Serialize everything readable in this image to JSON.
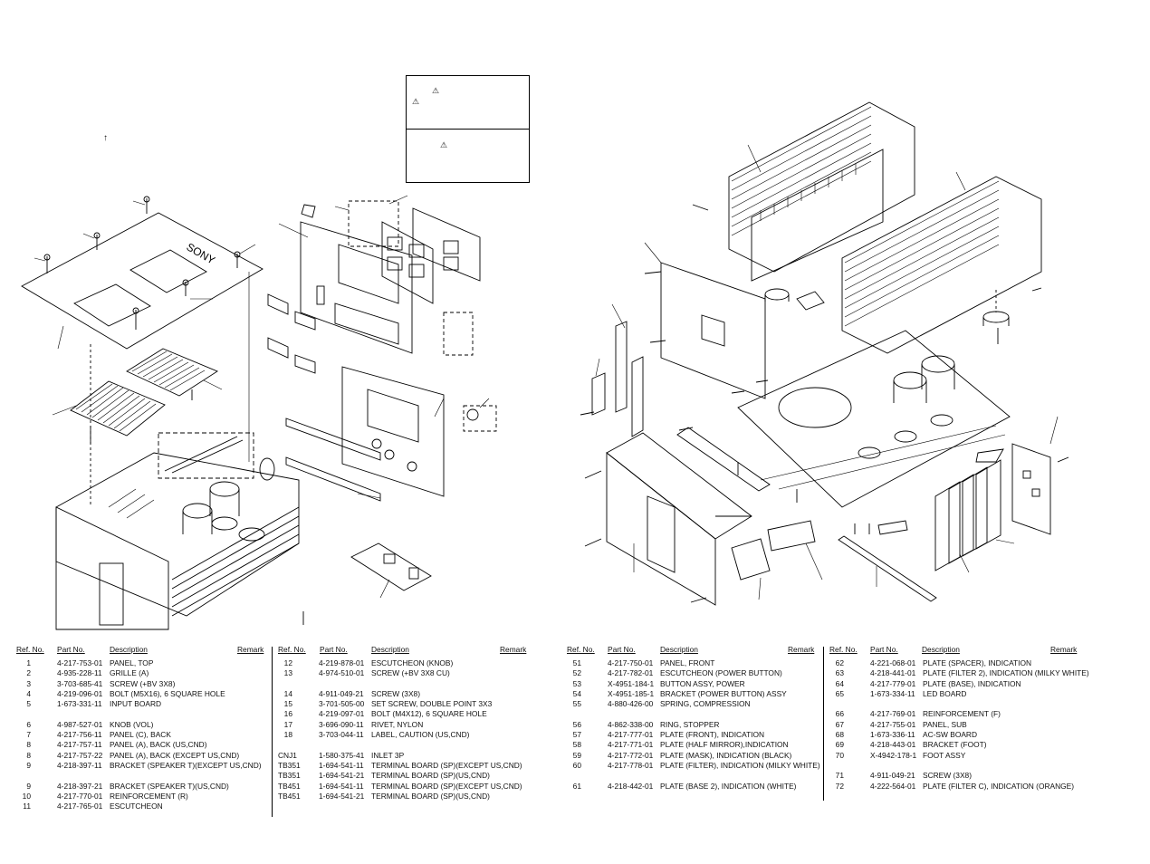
{
  "headers": {
    "ref": "Ref. No.",
    "part": "Part No.",
    "desc": "Description",
    "remark": "Remark"
  },
  "warning_symbol": "⚠",
  "up_arrow": "↑",
  "tables": [
    {
      "rows": [
        {
          "ref": "1",
          "part": "4-217-753-01",
          "desc": "PANEL, TOP"
        },
        {
          "ref": "2",
          "part": "4-935-228-11",
          "desc": "GRILLE (A)"
        },
        {
          "ref": "3",
          "part": "3-703-685-41",
          "desc": "SCREW (+BV 3X8)"
        },
        {
          "ref": "4",
          "part": "4-219-096-01",
          "desc": "BOLT (M5X16), 6 SQUARE HOLE"
        },
        {
          "ref": "5",
          "part": "1-673-331-11",
          "desc": "INPUT BOARD"
        },
        {
          "gap": true
        },
        {
          "ref": "6",
          "part": "4-987-527-01",
          "desc": "KNOB (VOL)"
        },
        {
          "ref": "7",
          "part": "4-217-756-11",
          "desc": "PANEL (C), BACK"
        },
        {
          "ref": "8",
          "part": "4-217-757-11",
          "desc": "PANEL (A), BACK (US,CND)"
        },
        {
          "ref": "8",
          "part": "4-217-757-22",
          "desc": "PANEL (A), BACK (EXCEPT US,CND)"
        },
        {
          "ref": "9",
          "part": "4-218-397-11",
          "desc": "BRACKET (SPEAKER T)(EXCEPT US,CND)"
        },
        {
          "gap": true
        },
        {
          "ref": "9",
          "part": "4-218-397-21",
          "desc": "BRACKET (SPEAKER T)(US,CND)"
        },
        {
          "ref": "10",
          "part": "4-217-770-01",
          "desc": "REINFORCEMENT (R)"
        },
        {
          "ref": "11",
          "part": "4-217-765-01",
          "desc": "ESCUTCHEON"
        }
      ]
    },
    {
      "rows": [
        {
          "ref": "12",
          "part": "4-219-878-01",
          "desc": "ESCUTCHEON (KNOB)"
        },
        {
          "ref": "13",
          "part": "4-974-510-01",
          "desc": "SCREW (+BV 3X8 CU)"
        },
        {
          "gap": true
        },
        {
          "ref": "14",
          "part": "4-911-049-21",
          "desc": "SCREW (3X8)"
        },
        {
          "ref": "15",
          "part": "3-701-505-00",
          "desc": "SET SCREW, DOUBLE POINT 3X3"
        },
        {
          "ref": "16",
          "part": "4-219-097-01",
          "desc": "BOLT (M4X12), 6 SQUARE HOLE"
        },
        {
          "ref": "17",
          "part": "3-696-090-11",
          "desc": "RIVET, NYLON"
        },
        {
          "ref": "18",
          "part": "3-703-044-11",
          "desc": "LABEL, CAUTION (US,CND)"
        },
        {
          "gap": true
        },
        {
          "ref": "CNJ1",
          "part": "1-580-375-41",
          "desc": "INLET 3P"
        },
        {
          "ref": "TB351",
          "part": "1-694-541-11",
          "desc": "TERMINAL BOARD (SP)(EXCEPT US,CND)"
        },
        {
          "ref": "TB351",
          "part": "1-694-541-21",
          "desc": "TERMINAL BOARD (SP)(US,CND)"
        },
        {
          "ref": "TB451",
          "part": "1-694-541-11",
          "desc": "TERMINAL BOARD (SP)(EXCEPT US,CND)"
        },
        {
          "ref": "TB451",
          "part": "1-694-541-21",
          "desc": "TERMINAL BOARD (SP)(US,CND)"
        }
      ]
    },
    {
      "rows": [
        {
          "ref": "51",
          "part": "4-217-750-01",
          "desc": "PANEL, FRONT"
        },
        {
          "ref": "52",
          "part": "4-217-782-01",
          "desc": "ESCUTCHEON (POWER BUTTON)"
        },
        {
          "ref": "53",
          "part": "X-4951-184-1",
          "desc": "BUTTON ASSY, POWER"
        },
        {
          "ref": "54",
          "part": "X-4951-185-1",
          "desc": "BRACKET (POWER BUTTON) ASSY"
        },
        {
          "ref": "55",
          "part": "4-880-426-00",
          "desc": "SPRING, COMPRESSION"
        },
        {
          "gap": true
        },
        {
          "ref": "56",
          "part": "4-862-338-00",
          "desc": "RING, STOPPER"
        },
        {
          "ref": "57",
          "part": "4-217-777-01",
          "desc": "PLATE (FRONT), INDICATION"
        },
        {
          "ref": "58",
          "part": "4-217-771-01",
          "desc": "PLATE (HALF MIRROR),INDICATION"
        },
        {
          "ref": "59",
          "part": "4-217-772-01",
          "desc": "PLATE (MASK), INDICATION (BLACK)"
        },
        {
          "ref": "60",
          "part": "4-217-778-01",
          "desc": "PLATE (FILTER), INDICATION (MILKY WHITE)"
        },
        {
          "gap": true
        },
        {
          "ref": "61",
          "part": "4-218-442-01",
          "desc": "PLATE (BASE 2), INDICATION (WHITE)"
        }
      ]
    },
    {
      "rows": [
        {
          "ref": "62",
          "part": "4-221-068-01",
          "desc": "PLATE (SPACER), INDICATION"
        },
        {
          "ref": "63",
          "part": "4-218-441-01",
          "desc": "PLATE (FILTER 2), INDICATION (MILKY WHITE)"
        },
        {
          "ref": "64",
          "part": "4-217-779-01",
          "desc": "PLATE (BASE), INDICATION"
        },
        {
          "ref": "65",
          "part": "1-673-334-11",
          "desc": "LED BOARD"
        },
        {
          "gap": true
        },
        {
          "ref": "66",
          "part": "4-217-769-01",
          "desc": "REINFORCEMENT (F)"
        },
        {
          "ref": "67",
          "part": "4-217-755-01",
          "desc": "PANEL, SUB"
        },
        {
          "ref": "68",
          "part": "1-673-336-11",
          "desc": "AC-SW BOARD"
        },
        {
          "ref": "69",
          "part": "4-218-443-01",
          "desc": "BRACKET (FOOT)"
        },
        {
          "ref": "70",
          "part": "X-4942-178-1",
          "desc": "FOOT ASSY"
        },
        {
          "gap": true
        },
        {
          "ref": "71",
          "part": "4-911-049-21",
          "desc": "SCREW (3X8)"
        },
        {
          "ref": "72",
          "part": "4-222-564-01",
          "desc": "PLATE (FILTER C), INDICATION (ORANGE)"
        }
      ]
    }
  ]
}
